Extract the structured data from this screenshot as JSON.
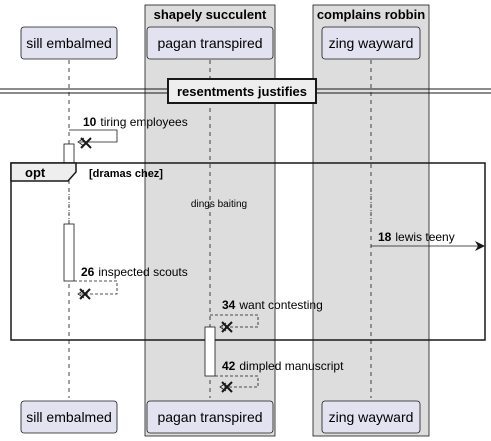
{
  "participants": [
    {
      "label": "sill embalmed"
    },
    {
      "label": "pagan transpired"
    },
    {
      "label": "zing wayward"
    }
  ],
  "boxes": [
    {
      "title": "shapely succulent"
    },
    {
      "title": "complains robbin"
    }
  ],
  "divider": {
    "label": "resentments justifies"
  },
  "fragment": {
    "keyword": "opt",
    "guard": "[dramas chez]"
  },
  "note": {
    "text": "dings baiting"
  },
  "messages": [
    {
      "num": "10",
      "text": "tiring employees"
    },
    {
      "num": "18",
      "text": "lewis teeny"
    },
    {
      "num": "26",
      "text": "inspected scouts"
    },
    {
      "num": "34",
      "text": "want contesting"
    },
    {
      "num": "42",
      "text": "dimpled manuscript"
    }
  ],
  "colors": {
    "box_fill": "#dddddd",
    "actor_fill": "#e2e2f0",
    "actor_border": "#181818",
    "line": "#181818"
  }
}
